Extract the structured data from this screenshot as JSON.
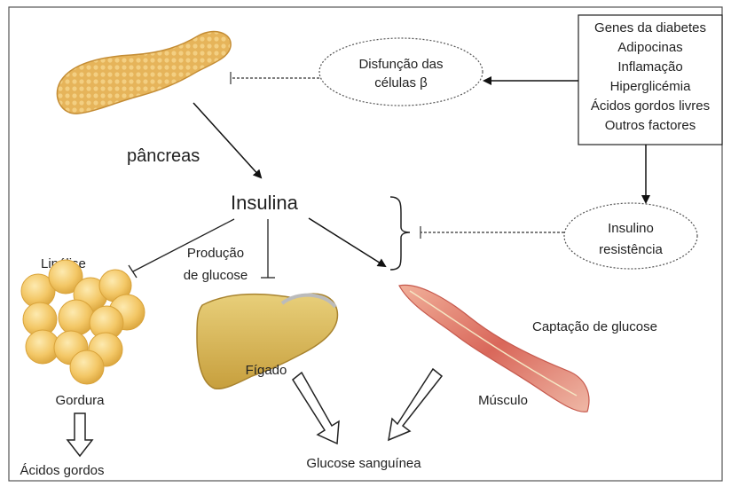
{
  "labels": {
    "pancreas": "pâncreas",
    "insulin": "Insulina",
    "beta_dysfunction": [
      "Disfunção das",
      "células β"
    ],
    "factors": [
      "Genes da diabetes",
      "Adipocinas",
      "Inflamação",
      "Hiperglicémia",
      "Ácidos gordos livres",
      "Outros factores"
    ],
    "insulin_resistance": [
      "Insulino",
      "resistência"
    ],
    "lipolysis": "Lipólise",
    "glucose_production": [
      "Produção",
      "de glucose"
    ],
    "fat": "Gordura",
    "fatty_acids": "Ácidos gordos",
    "liver": "Fígado",
    "muscle": "Músculo",
    "glucose_uptake": "Captação de glucose",
    "blood_glucose": "Glucose sanguínea"
  }
}
